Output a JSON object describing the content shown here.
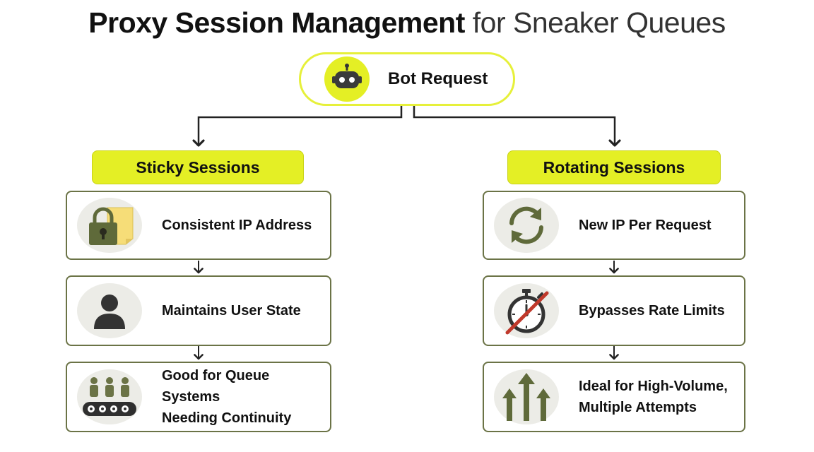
{
  "title": {
    "bold": "Proxy Session Management",
    "light": "for Sneaker Queues"
  },
  "root": {
    "label": "Bot Request",
    "icon": "robot-icon"
  },
  "colors": {
    "accent": "#e4ef25",
    "olive": "#5f6a3a",
    "border": "#6b7346",
    "strike": "#c0392b"
  },
  "sticky": {
    "header": "Sticky Sessions",
    "cards": [
      {
        "lines": [
          "Consistent IP Address"
        ],
        "icon": "padlock-icon"
      },
      {
        "lines": [
          "Maintains User State"
        ],
        "icon": "user-icon"
      },
      {
        "lines": [
          "Good for Queue Systems",
          "Needing Continuity"
        ],
        "icon": "queue-conveyor-icon"
      }
    ]
  },
  "rotating": {
    "header": "Rotating Sessions",
    "cards": [
      {
        "lines": [
          "New IP Per Request"
        ],
        "icon": "rotate-arrows-icon"
      },
      {
        "lines": [
          "Bypasses Rate Limits"
        ],
        "icon": "stopwatch-crossed-icon"
      },
      {
        "lines": [
          "Ideal for High-Volume,",
          "Multiple Attempts"
        ],
        "icon": "up-arrows-icon"
      }
    ]
  }
}
